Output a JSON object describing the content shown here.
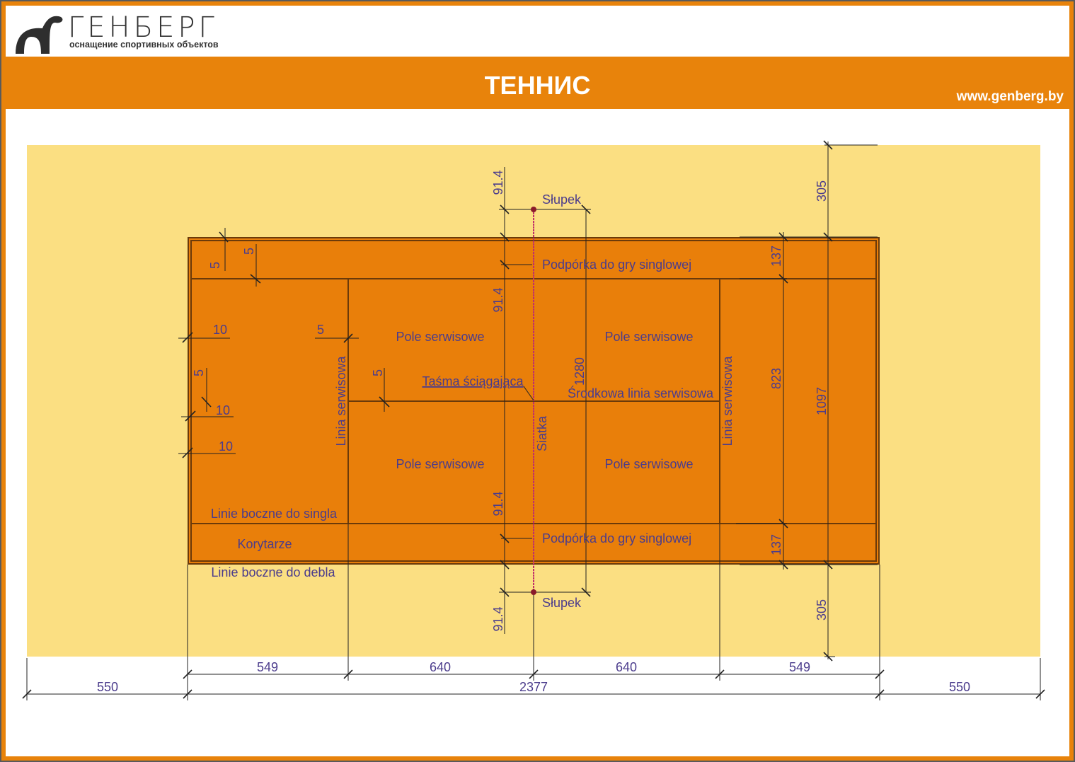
{
  "header": {
    "brand": "ГЕНБЕРГ",
    "tagline": "оснащение спортивных объектов",
    "title": "ТЕННИС",
    "url": "www.genberg.by"
  },
  "colors": {
    "orange": "#e8830b",
    "sand": "#fbdf82",
    "court": "#e97f0a",
    "text": "#4b3c8c",
    "net": "#c0306a"
  },
  "labels": {
    "post_top": "Słupek",
    "post_bottom": "Słupek",
    "singles_stick_top": "Podpórka do gry singlowej",
    "singles_stick_bottom": "Podpórka do gry singlowej",
    "service_box_1": "Pole serwisowe",
    "service_box_2": "Pole serwisowe",
    "service_box_3": "Pole serwisowe",
    "service_box_4": "Pole serwisowe",
    "center_strap": "Taśma ściągająca",
    "center_service_line": "Środkowa linia serwisowa",
    "net": "Siatka",
    "service_line_left": "Linia serwisowa",
    "service_line_right": "Linia serwisowa",
    "singles_sidelines": "Linie boczne do singla",
    "alleys": "Korytarze",
    "doubles_sidelines": "Linie boczne do debla"
  },
  "dims": {
    "bottom_row1": [
      "549",
      "640",
      "640",
      "549"
    ],
    "bottom_row2": [
      "550",
      "2377",
      "550"
    ],
    "right_outer": [
      "305",
      "1097",
      "305"
    ],
    "right_inner": [
      "137",
      "823",
      "137"
    ],
    "net_offsets": [
      "91.4",
      "91.4",
      "91.4",
      "91.4"
    ],
    "post_span": "1280",
    "line_widths": [
      "5",
      "5",
      "10",
      "5",
      "5",
      "10",
      "10",
      "5"
    ]
  }
}
